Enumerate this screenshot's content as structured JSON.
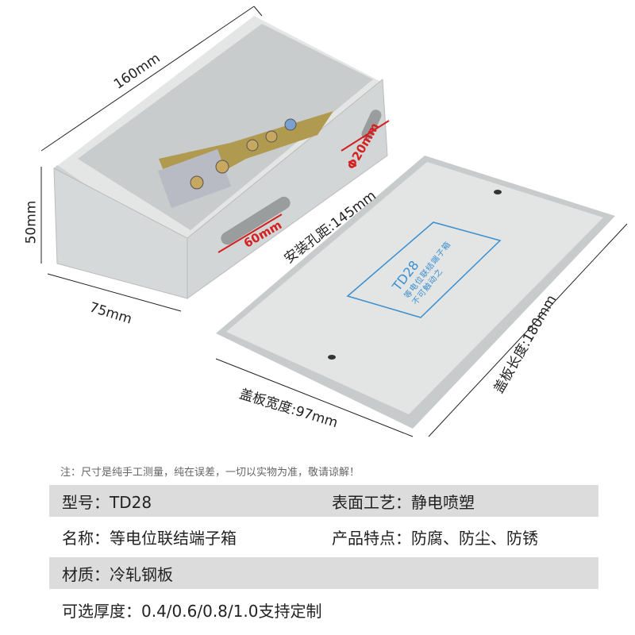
{
  "dimensions": {
    "box_length": "160mm",
    "box_height": "50mm",
    "box_width": "75mm",
    "knockout_diameter": "Φ20mm",
    "slot_length": "60mm",
    "mount_hole_spacing": "安装孔距:145mm",
    "cover_length": "盖板长度:180mm",
    "cover_width": "盖板宽度:97mm"
  },
  "cover_label": {
    "model": "TD28",
    "line1": "等电位联结端子箱",
    "line2": "不可触动之"
  },
  "note": "注：尺寸是纯手工测量，纯在误差，一切以实物为准，敬请谅解！",
  "specs": [
    {
      "left": "型号：TD28",
      "right": "表面工艺：静电喷塑"
    },
    {
      "left": "名称：等电位联结端子箱",
      "right": "产品特点：防腐、防尘、防锈"
    },
    {
      "left": "材质：冷轧钢板",
      "right": ""
    },
    {
      "left": "可选厚度：0.4/0.6/0.8/1.0支持定制",
      "right": ""
    }
  ],
  "colors": {
    "accent_red": "#d42020",
    "label_blue": "#3a8fd0",
    "row_gray": "#dcdcdc"
  }
}
